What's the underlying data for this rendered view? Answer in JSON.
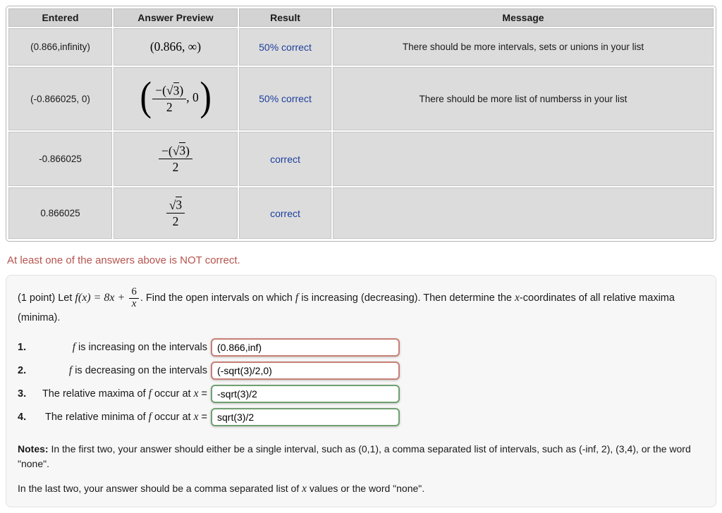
{
  "results_table": {
    "headers": [
      "Entered",
      "Answer Preview",
      "Result",
      "Message"
    ],
    "rows": [
      {
        "entered": "(0.866,infinity)",
        "preview": "(0.866, ∞)",
        "result": "50% correct",
        "message": "There should be more intervals, sets or unions in your list",
        "status": "partially-correct"
      },
      {
        "entered": "(-0.866025, 0)",
        "preview": {
          "lparen": "(",
          "num_pre": "−(",
          "sqrt": "√",
          "radicand": "3",
          "num_post": ")",
          "denom": "2",
          "rest": ", 0",
          "rparen": ")"
        },
        "result": "50% correct",
        "message": "There should be more list of numberss in your list",
        "status": "partially-correct"
      },
      {
        "entered": "-0.866025",
        "preview": {
          "num_pre": "−(",
          "sqrt": "√",
          "radicand": "3",
          "num_post": ")",
          "denom": "2"
        },
        "result": "correct",
        "message": "",
        "status": "correct"
      },
      {
        "entered": "0.866025",
        "preview": {
          "num_pre": "",
          "sqrt": "√",
          "radicand": "3",
          "num_post": "",
          "denom": "2"
        },
        "result": "correct",
        "message": "",
        "status": "correct"
      }
    ]
  },
  "alert": "At least one of the answers above is NOT correct.",
  "problem": {
    "prefix": "(1 point) Let ",
    "fx": "f(x) = 8x +",
    "frac_num": "6",
    "frac_den": "x",
    "after_frac": ". Find the open intervals on which ",
    "f2": "f",
    "mid": " is increasing (decreasing). Then determine the ",
    "x2": "x",
    "suffix": "-coordinates of all relative maxima (minima)."
  },
  "questions": [
    {
      "number": "1.",
      "pre": "",
      "f": "f",
      "mid": " is increasing on the intervals",
      "x": "",
      "eq": "",
      "value": "(0.866,inf)",
      "status": "incorrect"
    },
    {
      "number": "2.",
      "pre": "",
      "f": "f",
      "mid": " is decreasing on the intervals",
      "x": "",
      "eq": "",
      "value": "(-sqrt(3)/2,0)",
      "status": "incorrect"
    },
    {
      "number": "3.",
      "pre": "The relative maxima of ",
      "f": "f",
      "mid": " occur at ",
      "x": "x",
      "eq": " =",
      "value": "-sqrt(3)/2",
      "status": "correct"
    },
    {
      "number": "4.",
      "pre": "The relative minima of ",
      "f": "f",
      "mid": " occur at ",
      "x": "x",
      "eq": " =",
      "value": "sqrt(3)/2",
      "status": "correct"
    }
  ],
  "notes": {
    "label": "Notes:",
    "line1": " In the first two, your answer should either be a single interval, such as (0,1), a comma separated list of intervals, such as (-inf, 2), (3,4), or the word \"none\".",
    "line2_pre": "In the last two, your answer should be a comma separated list of ",
    "line2_x": "x",
    "line2_post": " values or the word \"none\"."
  },
  "colors": {
    "warn_yellow": "#eadd84",
    "correct_green": "#a2f4a2",
    "cell_gray": "#dcdcdc",
    "header_gray": "#d3d3d3",
    "result_blue": "#1d3f9d",
    "alert_red": "#b5544e",
    "input_border_incorrect": "#c77f76",
    "input_border_correct": "#70a071"
  }
}
